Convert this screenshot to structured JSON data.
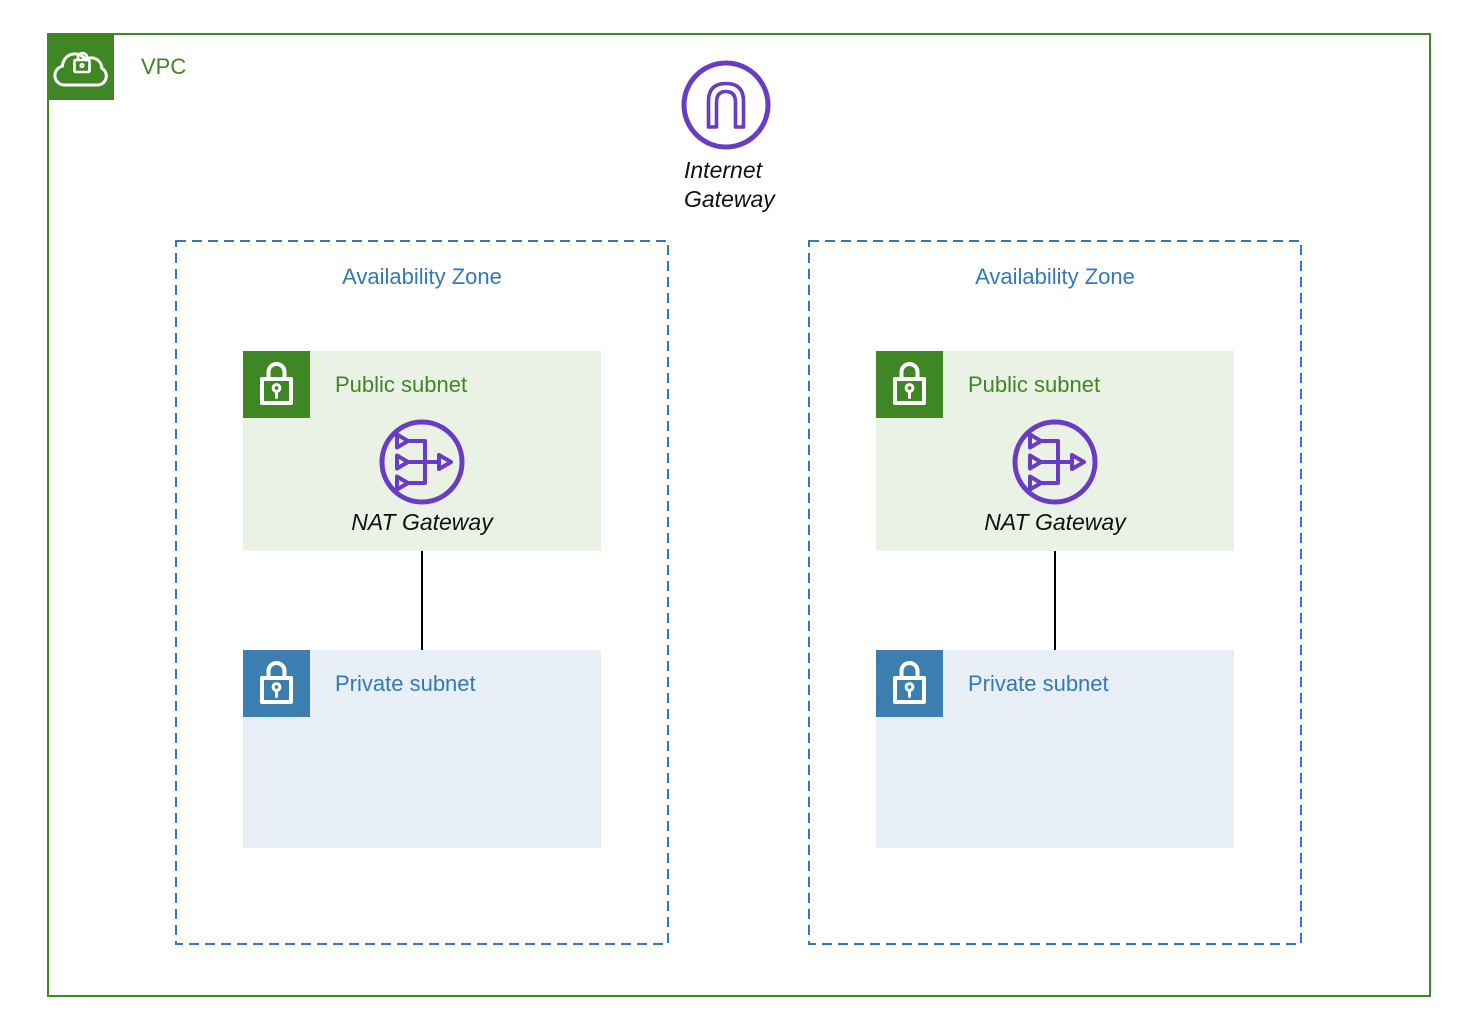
{
  "colors": {
    "canvas-white": "#ffffff",
    "vpc-green": "#3f8624",
    "public-green": "#3f8624",
    "subnet-green-bg": "#eaf2e6",
    "az-blue": "#3379b8",
    "private-blue": "#3d7eb0",
    "subnet-blue-bg": "#e9eff7",
    "gateway-purple": "#693cc5",
    "label-black": "#111111",
    "connector-black": "#000000"
  },
  "vpc": {
    "label": "VPC",
    "icon": "vpc-cloud-lock-icon"
  },
  "internet_gateway": {
    "label": "Internet Gateway",
    "icon": "internet-gateway-icon"
  },
  "availability_zones": [
    {
      "label": "Availability Zone",
      "public_subnet": {
        "label": "Public subnet",
        "icon": "lock-icon",
        "nat_gateway": {
          "label": "NAT Gateway",
          "icon": "nat-gateway-icon"
        }
      },
      "private_subnet": {
        "label": "Private subnet",
        "icon": "lock-icon"
      }
    },
    {
      "label": "Availability Zone",
      "public_subnet": {
        "label": "Public subnet",
        "icon": "lock-icon",
        "nat_gateway": {
          "label": "NAT Gateway",
          "icon": "nat-gateway-icon"
        }
      },
      "private_subnet": {
        "label": "Private subnet",
        "icon": "lock-icon"
      }
    }
  ]
}
